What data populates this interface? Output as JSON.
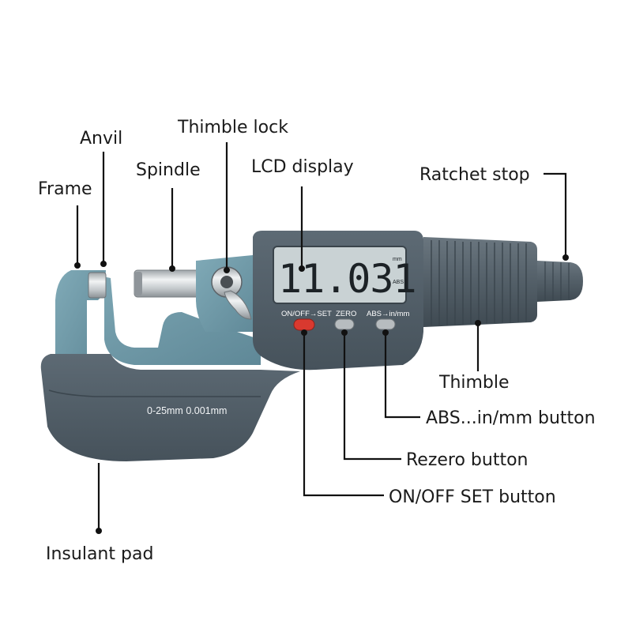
{
  "callouts": {
    "frame": "Frame",
    "anvil": "Anvil",
    "spindle": "Spindle",
    "thimble_lock": "Thimble lock",
    "lcd_display": "LCD display",
    "ratchet_stop": "Ratchet stop",
    "thimble": "Thimble",
    "abs_button": "ABS...in/mm button",
    "rezero_button": "Rezero button",
    "onoff_button": "ON/OFF SET button",
    "insulant_pad": "Insulant pad"
  },
  "device": {
    "reading": "11.031",
    "unit_top": "mm",
    "unit_bottom": "ABS",
    "button_onoff": "ON/OFF→SET",
    "button_zero": "ZERO",
    "button_abs": "ABS→in/mm",
    "range_text": "0-25mm  0.001mm"
  },
  "colors": {
    "frame_blue": "#6f9aa8",
    "body_dark": "#4e5a63",
    "lcd_bg": "#c9d2d4",
    "onoff_button": "#d9392f",
    "grey_button": "#b7bcbf",
    "metal": "#c8cccf"
  }
}
